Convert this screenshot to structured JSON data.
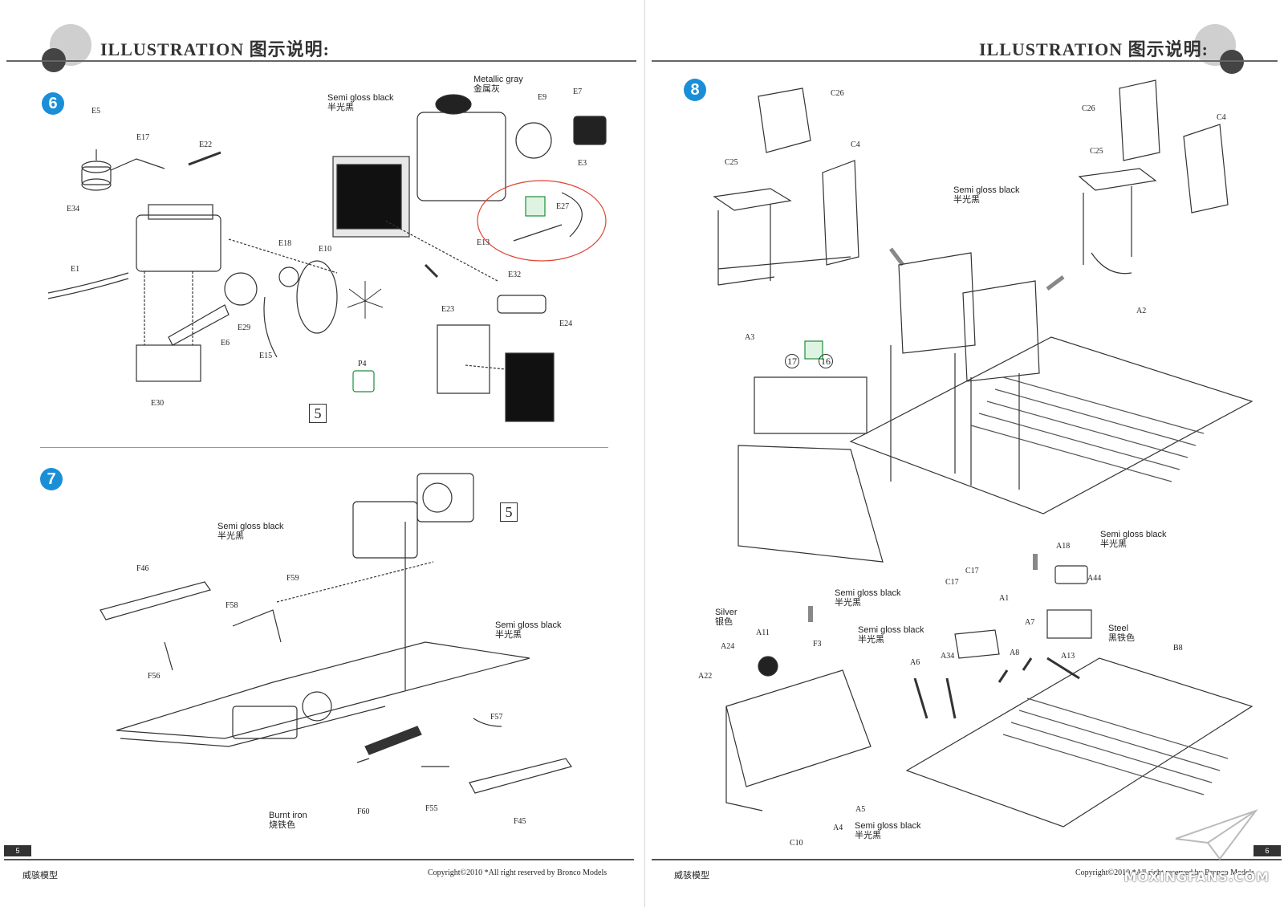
{
  "header": {
    "left_title": "ILLUSTRATION 图示说明:",
    "right_title": "ILLUSTRATION 图示说明:"
  },
  "steps": {
    "step6": {
      "number": "6",
      "ref_box": "5",
      "callouts": {
        "semi_gloss": "Semi gloss black",
        "semi_gloss_cn": "半光黑",
        "metallic": "Metallic gray",
        "metallic_cn": "金属灰"
      },
      "parts": [
        "E5",
        "E17",
        "E22",
        "E34",
        "E18",
        "E10",
        "E1",
        "E29",
        "E6",
        "E15",
        "E30",
        "P4",
        "E9",
        "E7",
        "E3",
        "E27",
        "E13",
        "E32",
        "E23",
        "E24"
      ]
    },
    "step7": {
      "number": "7",
      "ref_box": "5",
      "callouts": {
        "semi_gloss_a": "Semi gloss black",
        "semi_gloss_a_cn": "半光黑",
        "semi_gloss_b": "Semi gloss black",
        "semi_gloss_b_cn": "半光黑",
        "burnt": "Burnt iron",
        "burnt_cn": "烧铁色"
      },
      "parts": [
        "F46",
        "F59",
        "F58",
        "F56",
        "F57",
        "F60",
        "F55",
        "F45"
      ]
    },
    "step8": {
      "number": "8",
      "callouts": {
        "semi_gloss_seats": "Semi gloss black",
        "semi_gloss_seats_cn": "半光黑",
        "semi_gloss_battery": "Semi gloss black",
        "semi_gloss_battery_cn": "半光黑",
        "semi_gloss_levers": "Semi gloss black",
        "semi_gloss_levers_cn": "半光黑",
        "semi_gloss_c17": "Semi gloss black",
        "semi_gloss_c17_cn": "半光黑",
        "semi_gloss_a4": "Semi gloss black",
        "semi_gloss_a4_cn": "半光黑",
        "silver": "Silver",
        "silver_cn": "银色",
        "steel": "Steel",
        "steel_cn": "黑铁色"
      },
      "decals": [
        "17",
        "16"
      ],
      "parts": [
        "C26",
        "C25",
        "C4",
        "A3",
        "C26",
        "C4",
        "C25",
        "A2",
        "A18",
        "A44",
        "C17",
        "C17",
        "A1",
        "A7",
        "A8",
        "A13",
        "A6",
        "A34",
        "B8",
        "A11",
        "A24",
        "A22",
        "F3",
        "A5",
        "A4",
        "C10"
      ]
    }
  },
  "footer": {
    "left_brand": "威骇模型",
    "left_copyright": "Copyright©2010 *All right reserved by Bronco Models",
    "left_page": "5",
    "right_brand": "威骇模型",
    "right_copyright": "Copyright©2010 *All right reserved by Bronco Models",
    "right_page": "6",
    "watermark": "MOXINGFANS.COM"
  }
}
